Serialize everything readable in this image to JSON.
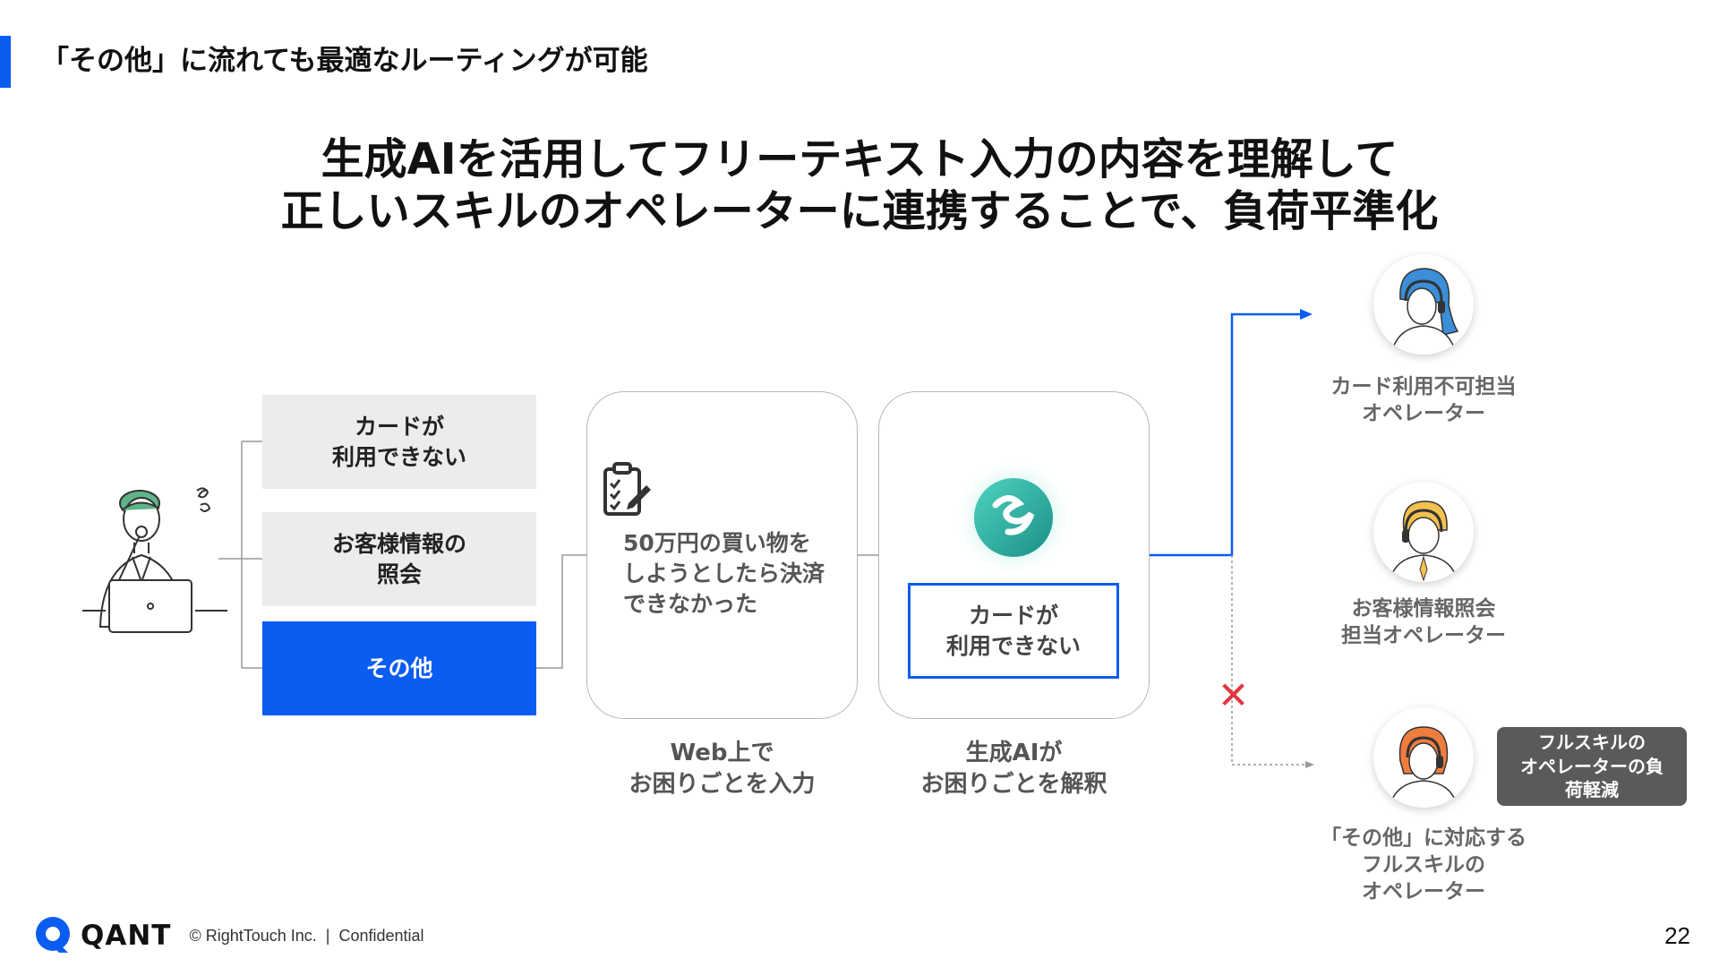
{
  "slide": {
    "section_title": "「その他」に流れても最適なルーティングが可能",
    "headline_line1": "生成AIを活用してフリーテキスト入力の内容を理解して",
    "headline_line2": "正しいスキルのオペレーターに連携することで、負荷平準化",
    "page_number": "22"
  },
  "categories": [
    {
      "label": "カードが\n利用できない",
      "selected": false
    },
    {
      "label": "お客様情報の\n照会",
      "selected": false
    },
    {
      "label": "その他",
      "selected": true
    }
  ],
  "input_card": {
    "text": "50万円の買い物を\nしようとしたら決済\nできなかった",
    "caption": "Web上で\nお困りごとを入力"
  },
  "ai_card": {
    "result": "カードが\n利用できない",
    "caption": "生成AIが\nお困りごとを解釈"
  },
  "operators": [
    {
      "label": "カード利用不可担当\nオペレーター",
      "route": "selected"
    },
    {
      "label": "お客様情報照会\n担当オペレーター",
      "route": "none"
    },
    {
      "label": "「その他」に対応する\nフルスキルの\nオペレーター",
      "route": "blocked"
    }
  ],
  "badge": "フルスキルの\nオペレーターの負\n荷軽減",
  "footer": {
    "brand": "QANT",
    "copyright": "© RightTouch Inc.  |  Confidential"
  },
  "colors": {
    "accent": "#0b5cf0",
    "blocked": "#e2373f",
    "badge": "#5a5a5a",
    "category_bg": "#ececec"
  },
  "icons": [
    "thinking-user-illustration",
    "clipboard-icon",
    "ai-logo-icon",
    "operator-avatar",
    "cross-icon",
    "qant-logo-icon"
  ]
}
